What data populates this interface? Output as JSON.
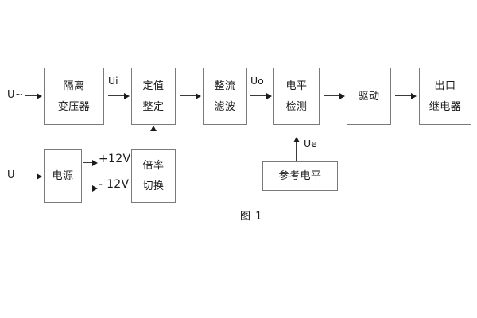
{
  "figure": {
    "caption": "图 1",
    "line_color": "#7a7a7a",
    "arrow_color": "#1b1b1b",
    "text_color": "#1b1b1b",
    "background": "#ffffff"
  },
  "blocks": {
    "isolation_transformer": {
      "line1": "隔离",
      "line2": "变压器"
    },
    "setting_value": {
      "line1": "定值",
      "line2": "整定"
    },
    "rectify_filter": {
      "line1": "整流",
      "line2": "滤波"
    },
    "level_detect": {
      "line1": "电平",
      "line2": "检测"
    },
    "drive": {
      "line1": "驱动"
    },
    "output_relay": {
      "line1": "出口",
      "line2": "继电器"
    },
    "power_supply": {
      "line1": "电源"
    },
    "multiplier_switch": {
      "line1": "倍率",
      "line2": "切换"
    },
    "reference_level": {
      "line1": "参考电平"
    }
  },
  "labels": {
    "input_ac": "U~",
    "input_dc": "U",
    "signal_ui": "Ui",
    "signal_uo": "Uo",
    "signal_ue": "Ue",
    "rail_positive": "+12V",
    "rail_negative": "- 12V"
  }
}
